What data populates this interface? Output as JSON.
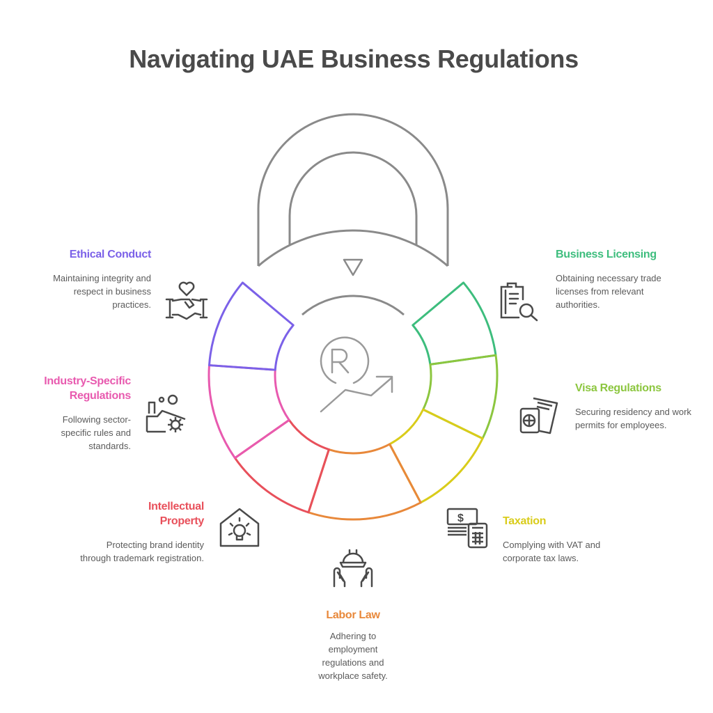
{
  "title": "Navigating UAE Business Regulations",
  "center_icon": "registered-trademark-growth-icon",
  "lock_indicator_icon": "triangle-down-icon",
  "sections": [
    {
      "id": "business-licensing",
      "title": "Business Licensing",
      "description": "Obtaining necessary trade licenses from relevant authorities.",
      "color": "#3dbd7d",
      "icon": "clipboard-search-icon"
    },
    {
      "id": "visa-regulations",
      "title": "Visa Regulations",
      "description": "Securing residency and work permits for employees.",
      "color": "#8cc63f",
      "icon": "passport-ticket-icon"
    },
    {
      "id": "taxation",
      "title": "Taxation",
      "description": "Complying with VAT and corporate tax laws.",
      "color": "#d9cc1a",
      "icon": "money-calculator-icon"
    },
    {
      "id": "labor-law",
      "title": "Labor Law",
      "description": "Adhering to employment regulations and workplace safety.",
      "color": "#e8883a",
      "icon": "hands-helmet-icon"
    },
    {
      "id": "intellectual-property",
      "title": "Intellectual Property",
      "description": "Protecting brand identity through trademark registration.",
      "color": "#e8505b",
      "icon": "house-lightbulb-icon"
    },
    {
      "id": "industry-specific-regulations",
      "title": "Industry-Specific Regulations",
      "description": "Following sector-specific rules and standards.",
      "color": "#e85aaf",
      "icon": "factory-gear-icon"
    },
    {
      "id": "ethical-conduct",
      "title": "Ethical Conduct",
      "description": "Maintaining integrity and respect in business practices.",
      "color": "#7b61e8",
      "icon": "heart-handshake-icon"
    }
  ]
}
